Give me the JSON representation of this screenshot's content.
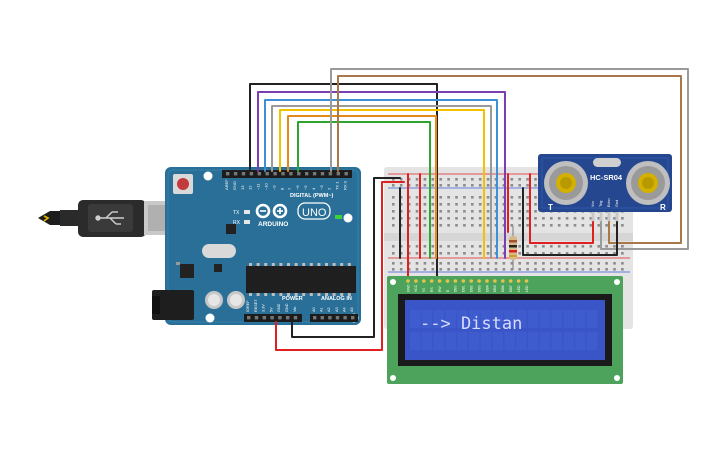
{
  "arduino": {
    "brand": "ARDUINO",
    "model": "UNO",
    "digital_label": "DIGITAL (PWM~)",
    "power_label": "POWER",
    "analog_label": "ANALOG IN",
    "on_label": "ON",
    "tx_label": "TX",
    "rx_label": "RX",
    "top_pins": [
      "AREF",
      "GND",
      "13",
      "12",
      "~11",
      "~10",
      "~9",
      "8",
      "7",
      "~6",
      "~5",
      "4",
      "~3",
      "2",
      "TX 1",
      "RX 0"
    ],
    "power_pins": [
      "IOREF",
      "RESET",
      "3.3V",
      "5V",
      "GND",
      "GND",
      "Vin"
    ],
    "analog_pins": [
      "A0",
      "A1",
      "A2",
      "A3",
      "A4",
      "A5"
    ]
  },
  "sensor": {
    "model": "HC-SR04",
    "left_mark": "T",
    "right_mark": "R",
    "pins": [
      "Vcc",
      "Trig",
      "Echo",
      "Gnd"
    ]
  },
  "lcd": {
    "display_text": "--> Distan",
    "pins": [
      "GND",
      "VCC",
      "V0",
      "RS",
      "RW",
      "E",
      "DB0",
      "DB1",
      "DB2",
      "DB3",
      "DB4",
      "DB5",
      "DB6",
      "DB7",
      "LED",
      "LED"
    ]
  },
  "colors": {
    "board": "#2a6f97",
    "breadboard": "#e4e4e4",
    "lcd_pcb": "#4da35c",
    "lcd_screen": "#3a55c7",
    "sensor_pcb": "#24478f",
    "wire_black": "#222222",
    "wire_red": "#e02020",
    "wire_purple": "#7b3fb0",
    "wire_blue": "#3d8fd6",
    "wire_yellow": "#f2c200",
    "wire_orange": "#e58a1a",
    "wire_green": "#2fa52f",
    "wire_gray": "#9a9a9a",
    "wire_brown": "#a8774a"
  }
}
